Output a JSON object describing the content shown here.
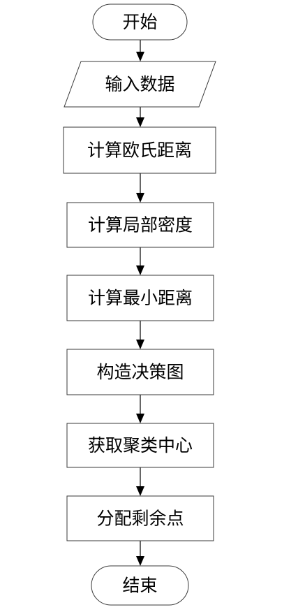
{
  "flowchart": {
    "nodes": [
      {
        "id": "start",
        "shape": "terminal",
        "label": "开始"
      },
      {
        "id": "input-data",
        "shape": "parallelogram",
        "label": "输入数据"
      },
      {
        "id": "compute-euclidean-distance",
        "shape": "process",
        "label": "计算欧氏距离"
      },
      {
        "id": "compute-local-density",
        "shape": "process",
        "label": "计算局部密度"
      },
      {
        "id": "compute-min-distance",
        "shape": "process",
        "label": "计算最小距离"
      },
      {
        "id": "build-decision-graph",
        "shape": "process",
        "label": "构造决策图"
      },
      {
        "id": "get-cluster-centers",
        "shape": "process",
        "label": "获取聚类中心"
      },
      {
        "id": "assign-remaining-points",
        "shape": "process",
        "label": "分配剩余点"
      },
      {
        "id": "end",
        "shape": "terminal",
        "label": "结束"
      }
    ],
    "edges": [
      {
        "from": "start",
        "to": "input-data"
      },
      {
        "from": "input-data",
        "to": "compute-euclidean-distance"
      },
      {
        "from": "compute-euclidean-distance",
        "to": "compute-local-density"
      },
      {
        "from": "compute-local-density",
        "to": "compute-min-distance"
      },
      {
        "from": "compute-min-distance",
        "to": "build-decision-graph"
      },
      {
        "from": "build-decision-graph",
        "to": "get-cluster-centers"
      },
      {
        "from": "get-cluster-centers",
        "to": "assign-remaining-points"
      },
      {
        "from": "assign-remaining-points",
        "to": "end"
      }
    ]
  }
}
